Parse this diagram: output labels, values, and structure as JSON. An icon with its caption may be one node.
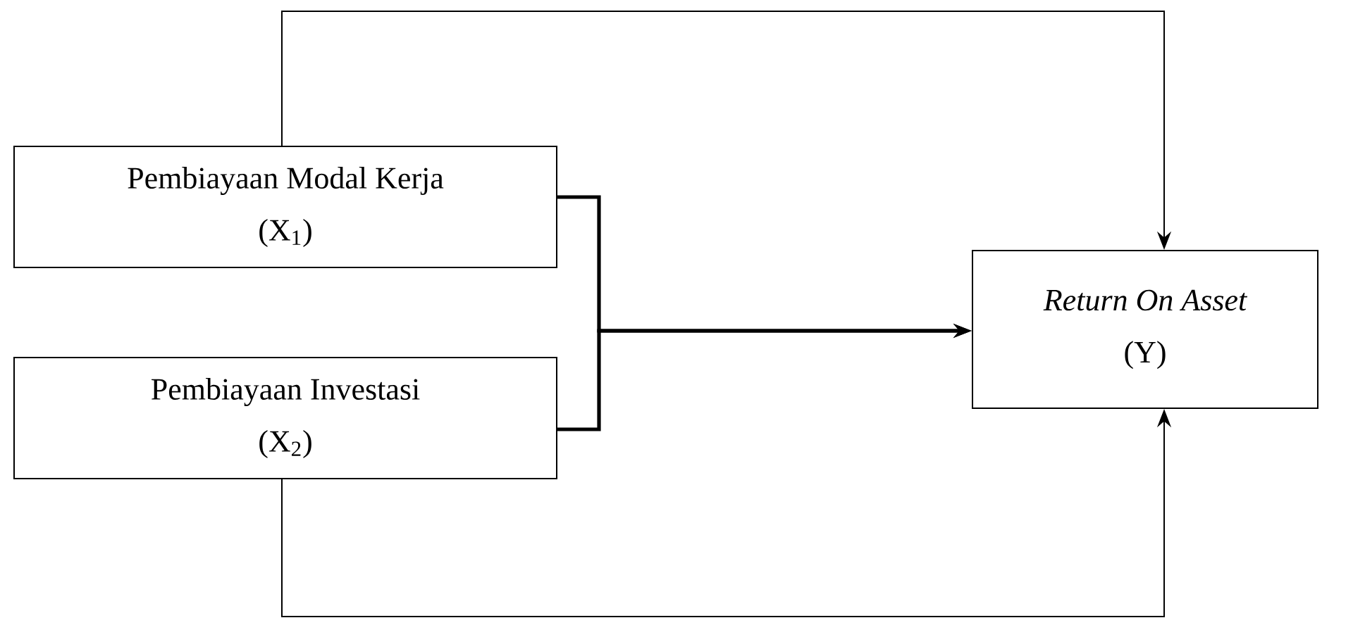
{
  "diagram": {
    "nodes": [
      {
        "text": [
          "Pembiayaan Modal Kerja",
          "(X$_{1}$)"
        ]
      },
      {
        "text": [
          "Pembiayaan Investasi",
          "(X$_{2}$)"
        ]
      },
      {
        "text": [
          "Return On Asset",
          "(Y)"
        ]
      }
    ],
    "edges": [
      {
        "from": 0,
        "to": 2,
        "arrow": "to",
        "style": "thick"
      },
      {
        "from": 1,
        "to": 2,
        "arrow": "to",
        "style": "thick"
      },
      {
        "from": 0,
        "to": 2,
        "arrow": "to"
      },
      {
        "from": 1,
        "to": 2,
        "arrow": "to"
      }
    ]
  }
}
